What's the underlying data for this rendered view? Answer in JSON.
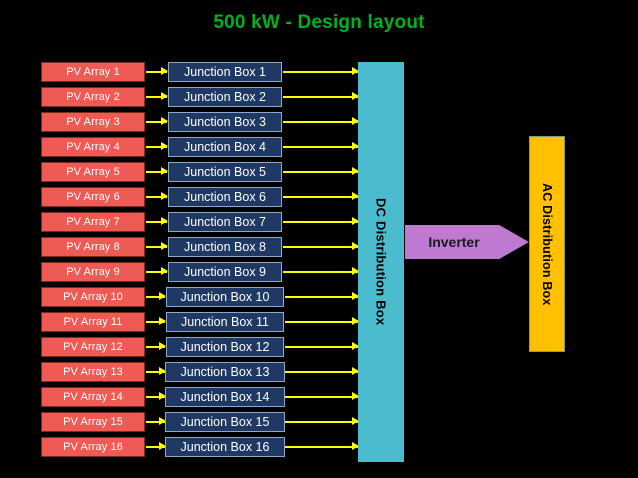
{
  "title": "500 kW - Design layout",
  "colors": {
    "background": "#000000",
    "title": "#00B11E",
    "pv_array_fill": "#F05A54",
    "pv_array_border": "#7A2E18",
    "junction_box_fill": "#1F3864",
    "junction_box_border": "#8FA8C8",
    "arrow": "#FFFF00",
    "dc_box_fill": "#4BBBCE",
    "inverter_fill": "#BE79D0",
    "ac_box_fill": "#FFC000",
    "ac_box_border": "#7F9A7A"
  },
  "rows": [
    {
      "pv": "PV Array 1",
      "jb": "Junction Box 1"
    },
    {
      "pv": "PV Array 2",
      "jb": "Junction Box 2"
    },
    {
      "pv": "PV Array 3",
      "jb": "Junction Box 3"
    },
    {
      "pv": "PV Array 4",
      "jb": "Junction Box 4"
    },
    {
      "pv": "PV Array 5",
      "jb": "Junction Box 5"
    },
    {
      "pv": "PV Array 6",
      "jb": "Junction Box 6"
    },
    {
      "pv": "PV Array 7",
      "jb": "Junction Box 7"
    },
    {
      "pv": "PV Array 8",
      "jb": "Junction Box 8"
    },
    {
      "pv": "PV Array 9",
      "jb": "Junction Box 9"
    },
    {
      "pv": "PV Array 10",
      "jb": "Junction Box 10"
    },
    {
      "pv": "PV Array 11",
      "jb": "Junction Box 11"
    },
    {
      "pv": "PV Array 12",
      "jb": "Junction Box 12"
    },
    {
      "pv": "PV Array 13",
      "jb": "Junction Box 13"
    },
    {
      "pv": "PV Array 14",
      "jb": "Junction Box 14"
    },
    {
      "pv": "PV Array 15",
      "jb": "Junction Box 15"
    },
    {
      "pv": "PV Array 16",
      "jb": "Junction Box 16"
    }
  ],
  "dc_box": {
    "label": "DC Distribution Box"
  },
  "inverter": {
    "label": "Inverter"
  },
  "ac_box": {
    "label": "AC Distribution Box"
  }
}
